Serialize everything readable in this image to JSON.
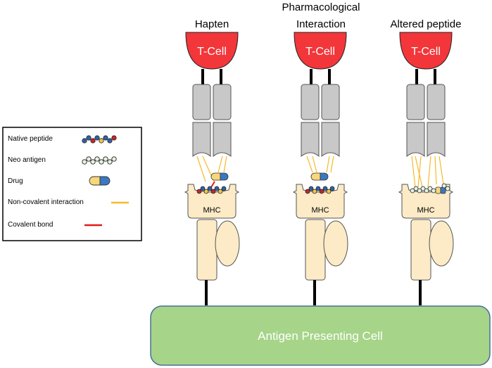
{
  "mechanisms": [
    {
      "id": "hapten",
      "title_lines": [
        "Hapten"
      ],
      "cell_label": "T-Cell",
      "mhc_label": "MHC"
    },
    {
      "id": "pi",
      "title_lines": [
        "Pharmacological",
        "Interaction"
      ],
      "cell_label": "T-Cell",
      "mhc_label": "MHC"
    },
    {
      "id": "altered",
      "title_lines": [
        "Altered peptide"
      ],
      "cell_label": "T-Cell",
      "mhc_label": "MHC"
    }
  ],
  "apc_label": "Antigen Presenting Cell",
  "legend": {
    "items": [
      {
        "label": "Native peptide",
        "icon": "native-peptide-icon"
      },
      {
        "label": "Neo antigen",
        "icon": "neo-antigen-icon"
      },
      {
        "label": "Drug",
        "icon": "drug-capsule-icon"
      },
      {
        "label": "Non-covalent interaction",
        "icon": "yellow-line-icon"
      },
      {
        "label": "Covalent bond",
        "icon": "red-line-icon"
      }
    ]
  },
  "colors": {
    "tcell": "#f2363a",
    "tcr": "#c8c8c8",
    "mhc": "#fcebc6",
    "apc": "#a6d488",
    "noncovalent": "#f6b92b",
    "covalent": "#e21b1b",
    "drug_yellow": "#f8d77a",
    "drug_blue": "#3a78c2",
    "native_red": "#c8252b",
    "native_blue": "#2f63a8",
    "native_yellow": "#f0c64a",
    "neo_fill": "#e6f2df"
  }
}
